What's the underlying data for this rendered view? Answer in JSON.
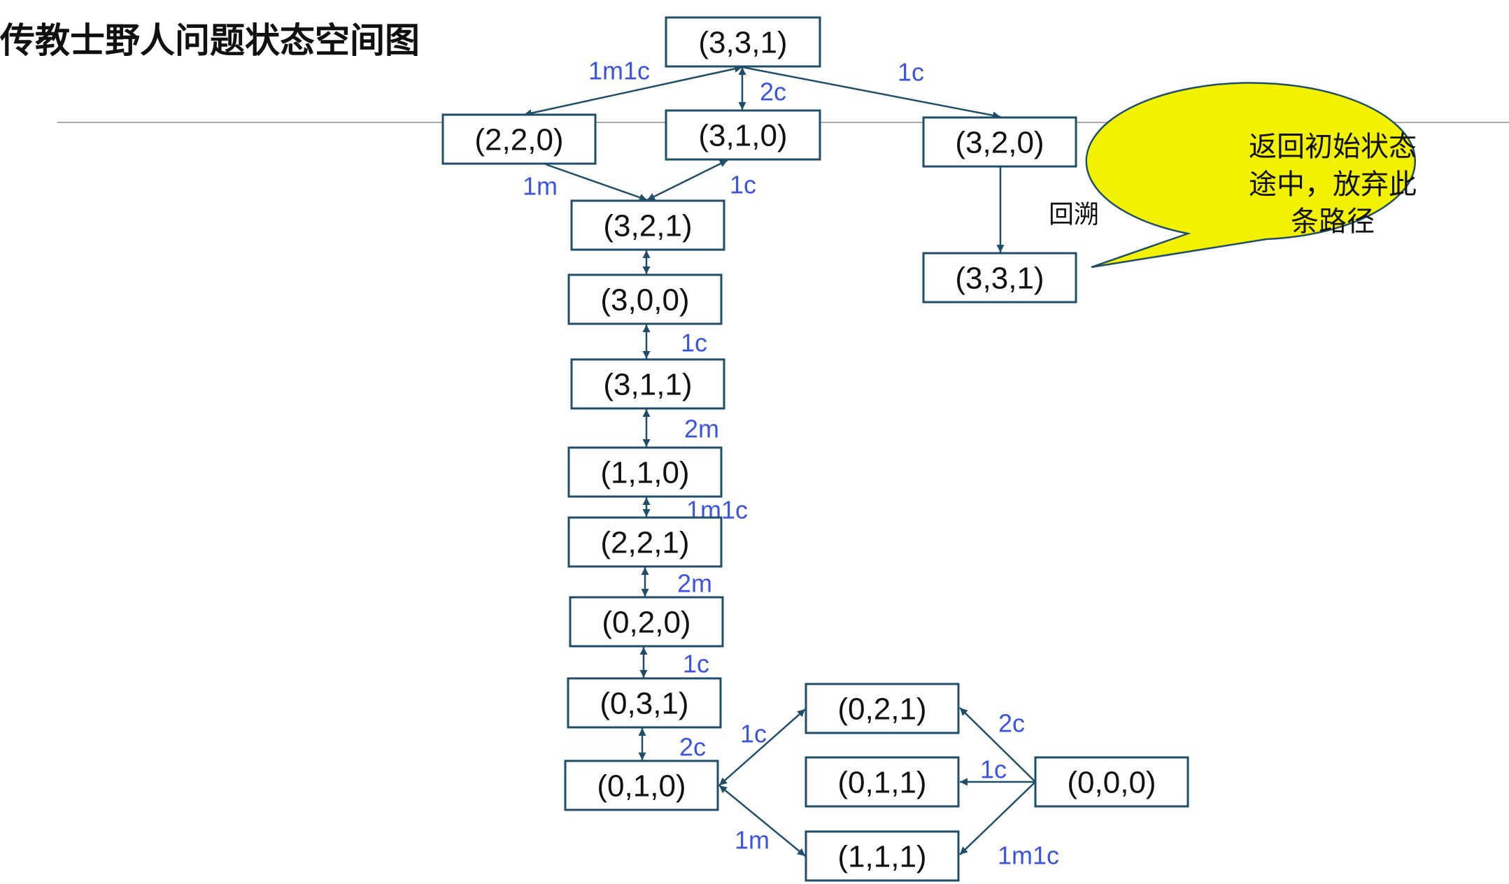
{
  "title": "传教士野人问题状态空间图",
  "colors": {
    "box_border": "#1f4e6b",
    "edge": "#1f4e6b",
    "edge_label": "#3b55e0",
    "callout_fill": "#f2f200"
  },
  "nodes": [
    {
      "id": "n331_top",
      "label": "(3,3,1)"
    },
    {
      "id": "n220",
      "label": "(2,2,0)"
    },
    {
      "id": "n310",
      "label": "(3,1,0)"
    },
    {
      "id": "n320",
      "label": "(3,2,0)"
    },
    {
      "id": "n321",
      "label": "(3,2,1)"
    },
    {
      "id": "n331_back",
      "label": "(3,3,1)"
    },
    {
      "id": "n300",
      "label": "(3,0,0)"
    },
    {
      "id": "n311",
      "label": "(3,1,1)"
    },
    {
      "id": "n110",
      "label": "(1,1,0)"
    },
    {
      "id": "n221",
      "label": "(2,2,1)"
    },
    {
      "id": "n020",
      "label": "(0,2,0)"
    },
    {
      "id": "n031",
      "label": "(0,3,1)"
    },
    {
      "id": "n010",
      "label": "(0,1,0)"
    },
    {
      "id": "n021",
      "label": "(0,2,1)"
    },
    {
      "id": "n011",
      "label": "(0,1,1)"
    },
    {
      "id": "n111",
      "label": "(1,1,1)"
    },
    {
      "id": "n000",
      "label": "(0,0,0)"
    }
  ],
  "edges": [
    {
      "from": "n331_top",
      "to": "n220",
      "label": "1m1c",
      "bidirectional": true
    },
    {
      "from": "n331_top",
      "to": "n310",
      "label": "2c",
      "bidirectional": true
    },
    {
      "from": "n331_top",
      "to": "n320",
      "label": "1c",
      "bidirectional": false
    },
    {
      "from": "n220",
      "to": "n321",
      "label": "1m",
      "bidirectional": false
    },
    {
      "from": "n310",
      "to": "n321",
      "label": "1c",
      "bidirectional": true
    },
    {
      "from": "n320",
      "to": "n331_back",
      "label": "回溯",
      "bidirectional": false
    },
    {
      "from": "n321",
      "to": "n300",
      "label": "",
      "bidirectional": true
    },
    {
      "from": "n300",
      "to": "n311",
      "label": "1c",
      "bidirectional": true
    },
    {
      "from": "n311",
      "to": "n110",
      "label": "2m",
      "bidirectional": true
    },
    {
      "from": "n110",
      "to": "n221",
      "label": "1m1c",
      "bidirectional": true
    },
    {
      "from": "n221",
      "to": "n020",
      "label": "2m",
      "bidirectional": true
    },
    {
      "from": "n020",
      "to": "n031",
      "label": "1c",
      "bidirectional": true
    },
    {
      "from": "n031",
      "to": "n010",
      "label": "2c",
      "bidirectional": true
    },
    {
      "from": "n010",
      "to": "n021",
      "label": "1c",
      "bidirectional": true
    },
    {
      "from": "n010",
      "to": "n111",
      "label": "1m",
      "bidirectional": true
    },
    {
      "from": "n000",
      "to": "n021",
      "label": "2c",
      "bidirectional": false
    },
    {
      "from": "n000",
      "to": "n011",
      "label": "1c",
      "bidirectional": false
    },
    {
      "from": "n000",
      "to": "n111",
      "label": "1m1c",
      "bidirectional": false
    }
  ],
  "callout": {
    "lines": [
      "返回初始状态",
      "途中，放弃此",
      "条路径"
    ]
  }
}
